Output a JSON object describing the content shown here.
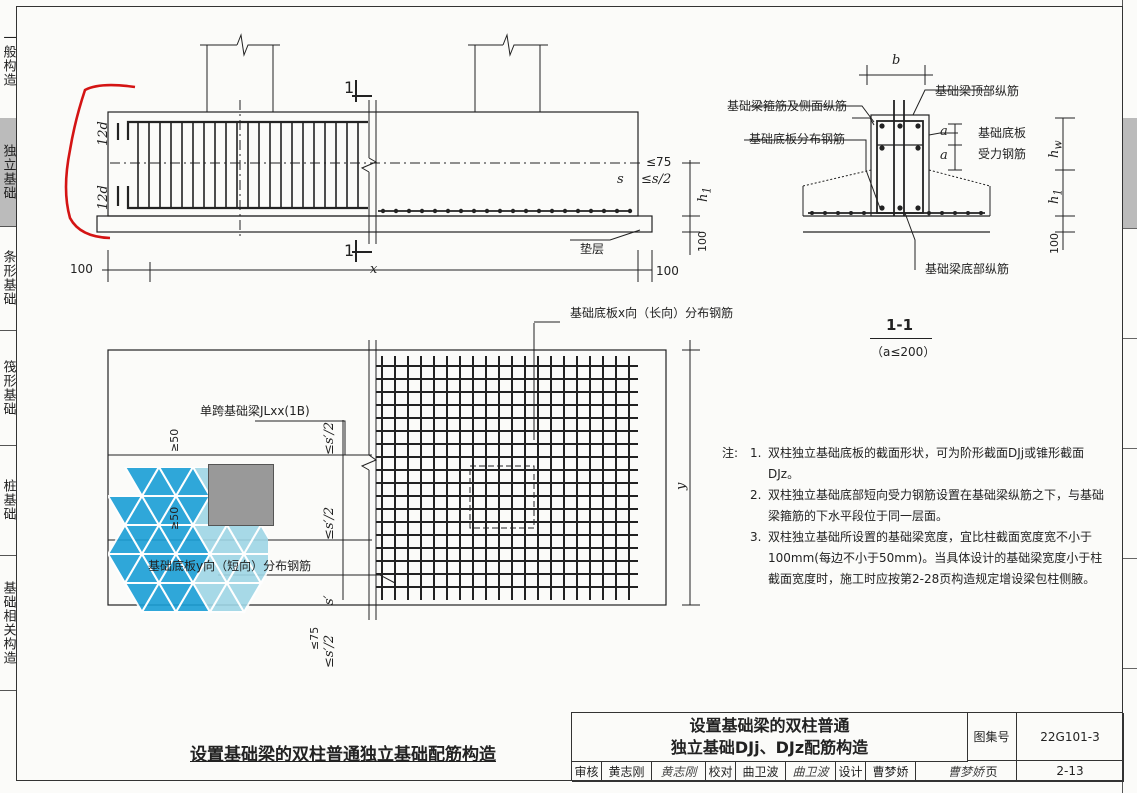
{
  "left_tabs": [
    {
      "text": "一般构造",
      "active": false
    },
    {
      "text": "独立基础",
      "active": true
    },
    {
      "text": "条形基础",
      "active": false
    },
    {
      "text": "筏形基础",
      "active": false
    },
    {
      "text": "桩基础",
      "active": false
    },
    {
      "text": "基础相关构造",
      "active": false
    }
  ],
  "elevation": {
    "section_mark": "1",
    "dim_12d_top": "12d",
    "dim_12d_bottom": "12d",
    "dim_le75": "≤75",
    "dim_s": "s",
    "dim_le_s2": "≤s/2",
    "dim_h1": "h",
    "dim_h1_sub": "1",
    "dim_100_vert": "100",
    "dim_100_left": "100",
    "dim_100_right": "100",
    "dim_x": "x",
    "label_cushion": "垫层"
  },
  "section": {
    "dim_b": "b",
    "label_top_rebar": "基础梁顶部纵筋",
    "label_stirrup": "基础梁箍筋及侧面纵筋",
    "label_plate_dist": "基础底板分布钢筋",
    "dim_a1": "a",
    "dim_a2": "a",
    "label_plate_main_1": "基础底板",
    "label_plate_main_2": "受力钢筋",
    "dim_hw": "h",
    "dim_hw_sub": "w",
    "dim_h1": "h",
    "dim_h1_sub": "1",
    "dim_100": "100",
    "label_bottom_rebar": "基础梁底部纵筋",
    "title": "1-1",
    "subtitle": "（a≤200）"
  },
  "plan": {
    "label_x_dist": "基础底板x向（长向）分布钢筋",
    "label_beam": "单跨基础梁JLxx(1B)",
    "label_y_dist": "基础底板y向（短向）分布钢筋",
    "dim_ge50_top": "≥50",
    "dim_ge50_mid": "≥50",
    "dim_le_s2_a": "≤s′/2",
    "dim_s2_b": "≤s′/2",
    "dim_s_prime": "s′",
    "dim_le75": "≤75",
    "dim_s2_c": "≤s′/2",
    "dim_y": "y"
  },
  "notes": {
    "prefix": "注:",
    "items": [
      {
        "num": "1.",
        "text": "双柱独立基础底板的截面形状，可为阶形截面DJj或锥形截面DJz。"
      },
      {
        "num": "2.",
        "text": "双柱独立基础底部短向受力钢筋设置在基础梁纵筋之下，与基础梁箍筋的下水平段位于同一层面。"
      },
      {
        "num": "3.",
        "text": "双柱独立基础所设置的基础梁宽度，宜比柱截面宽度宽不小于100mm(每边不小于50mm)。当具体设计的基础梁宽度小于柱截面宽度时，施工时应按第2-28页构造规定增设梁包柱侧腋。"
      }
    ]
  },
  "caption": "设置基础梁的双柱普通独立基础配筋构造",
  "title_block": {
    "title_line1": "设置基础梁的双柱普通",
    "title_line2": "独立基础DJj、DJz配筋构造",
    "atlas_label": "图集号",
    "atlas_no": "22G101-3",
    "page_label": "页",
    "page_no": "2-13",
    "review_label": "审核",
    "review_name": "黄志刚",
    "review_sign": "黄志刚",
    "check_label": "校对",
    "check_name": "曲卫波",
    "check_sign": "曲卫波",
    "design_label": "设计",
    "design_name": "曹梦娇",
    "design_sign": "曹梦娇"
  },
  "colors": {
    "ink": "#222222",
    "red_mark": "#d41414",
    "watermark_blue": "#1a9fd6",
    "watermark_light": "#9fd6e6",
    "concrete_gray": "#999999"
  }
}
